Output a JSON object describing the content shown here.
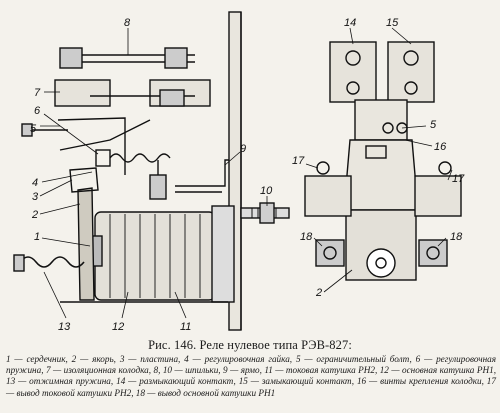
{
  "figure": {
    "left_labels": [
      "8",
      "7",
      "6",
      "5",
      "4",
      "3",
      "2",
      "1",
      "9",
      "10",
      "11",
      "12",
      "13"
    ],
    "right_labels": [
      "14",
      "15",
      "5",
      "16",
      "17",
      "17",
      "18",
      "18",
      "2"
    ]
  },
  "caption": "Рис. 146. Реле нулевое типа РЭВ-827:",
  "legend": "1 — сердечник, 2 — якорь, 3 — пластина, 4 — регулировочная гайка, 5 — ограничительный болт, 6 — регулировочная пружина, 7 — изоляционная колодка, 8, 10 — шпильки, 9 — ярмо, 11 — токовая катушка РН2, 12 — основная катушка РН1, 13 — отжимная пружина, 14 — размыкающий контакт, 15 — замыкающий контакт, 16 — винты крепления колодки, 17 — вывод токовой катушки РН2, 18 — вывод основной катушки РН1"
}
